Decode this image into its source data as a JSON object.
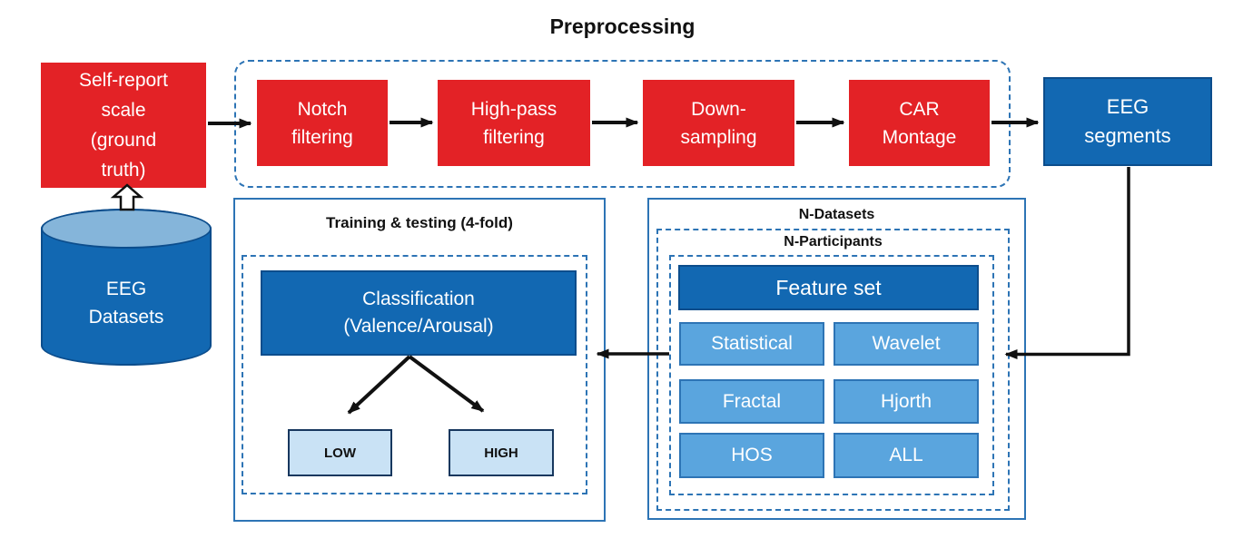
{
  "diagram": {
    "title": "Preprocessing",
    "colors": {
      "red": "#e32226",
      "dark_blue": "#1268b2",
      "mid_blue": "#5aa5de",
      "light_blue": "#c9e2f5",
      "cylinder_top": "#85b5da",
      "border_blue": "#2d74b5",
      "dark_border": "#0c4d8c",
      "arrow_black": "#111111",
      "text_white": "#ffffff"
    },
    "self_report": {
      "lines": [
        "Self-report",
        "scale",
        "(ground",
        "truth)"
      ]
    },
    "eeg_datasets": {
      "lines": [
        "EEG",
        "Datasets"
      ]
    },
    "preprocessing_steps": [
      {
        "lines": [
          "Notch",
          "filtering"
        ]
      },
      {
        "lines": [
          "High-pass",
          "filtering"
        ]
      },
      {
        "lines": [
          "Down-",
          "sampling"
        ]
      },
      {
        "lines": [
          "CAR",
          "Montage"
        ]
      }
    ],
    "eeg_segments": {
      "lines": [
        "EEG",
        "segments"
      ]
    },
    "training": {
      "title": "Training & testing (4-fold)",
      "classification_lines": [
        "Classification",
        "(Valence/Arousal)"
      ],
      "low_label": "LOW",
      "high_label": "HIGH"
    },
    "features": {
      "outer_label": "N-Datasets",
      "inner_label": "N-Participants",
      "header": "Feature set",
      "items": [
        "Statistical",
        "Wavelet",
        "Fractal",
        "Hjorth",
        "HOS",
        "ALL"
      ]
    }
  }
}
